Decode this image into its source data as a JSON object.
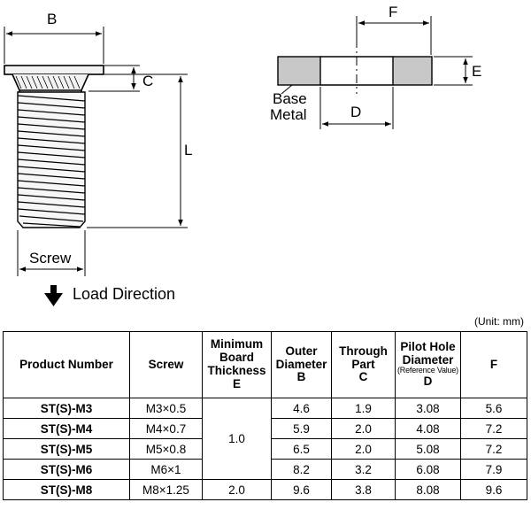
{
  "drawing": {
    "dim_B": "B",
    "dim_C": "C",
    "dim_L": "L",
    "dim_screw": "Screw",
    "dim_F": "F",
    "dim_E": "E",
    "dim_D": "D",
    "base_metal_line1": "Base",
    "base_metal_line2": "Metal"
  },
  "load_direction": "Load Direction",
  "unit_note": "(Unit: mm)",
  "table": {
    "headers": {
      "product_number": "Product Number",
      "screw": "Screw",
      "min_board_l1": "Minimum",
      "min_board_l2": "Board",
      "min_board_l3": "Thickness",
      "min_board_sym": "E",
      "outer_l1": "Outer",
      "outer_l2": "Diameter",
      "outer_sym": "B",
      "through_l1": "Through",
      "through_l2": "Part",
      "through_sym": "C",
      "pilot_l1": "Pilot Hole",
      "pilot_l2": "Diameter",
      "pilot_ref": "(Reference Value)",
      "pilot_sym": "D",
      "f": "F"
    },
    "rows": [
      {
        "product": "ST(S)-M3",
        "screw": "M3×0.5",
        "e": "1.0",
        "b": "4.6",
        "c": "1.9",
        "d": "3.08",
        "f": "5.6"
      },
      {
        "product": "ST(S)-M4",
        "screw": "M4×0.7",
        "b": "5.9",
        "c": "2.0",
        "d": "4.08",
        "f": "7.2"
      },
      {
        "product": "ST(S)-M5",
        "screw": "M5×0.8",
        "b": "6.5",
        "c": "2.0",
        "d": "5.08",
        "f": "7.2"
      },
      {
        "product": "ST(S)-M6",
        "screw": "M6×1",
        "b": "8.2",
        "c": "3.2",
        "d": "6.08",
        "f": "7.9"
      },
      {
        "product": "ST(S)-M8",
        "screw": "M8×1.25",
        "e": "2.0",
        "b": "9.6",
        "c": "3.8",
        "d": "8.08",
        "f": "9.6"
      }
    ]
  }
}
